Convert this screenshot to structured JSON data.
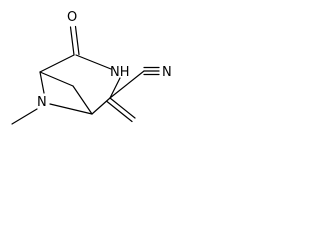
{
  "molecule": {
    "atoms": {
      "oxygen": "O",
      "amide_nitrogen": "NH",
      "amine_nitrogen": "N",
      "nitrile_nitrogen": "N"
    },
    "colors": {
      "bond": "#000000",
      "text": "#000000",
      "background": "#ffffff"
    }
  }
}
